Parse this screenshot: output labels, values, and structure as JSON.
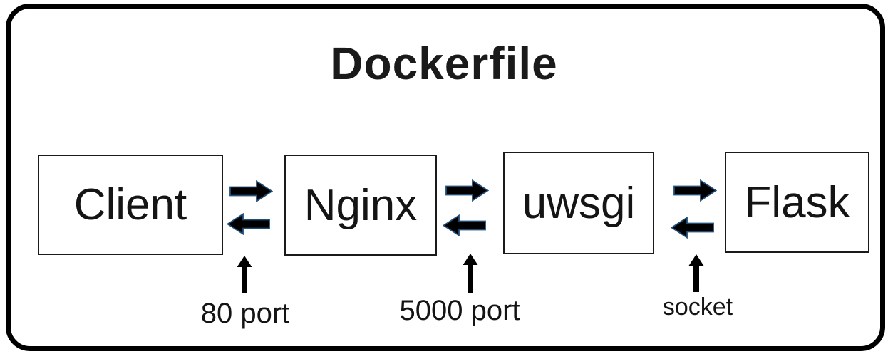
{
  "diagram": {
    "title": "Dockerfile",
    "nodes": [
      {
        "id": "client",
        "label": "Client"
      },
      {
        "id": "nginx",
        "label": "Nginx"
      },
      {
        "id": "uwsgi",
        "label": "uwsgi"
      },
      {
        "id": "flask",
        "label": "Flask"
      }
    ],
    "connections": [
      {
        "from": "Client",
        "to": "Nginx",
        "label": "80 port",
        "style": "bidirectional"
      },
      {
        "from": "Nginx",
        "to": "uwsgi",
        "label": "5000 port",
        "style": "bidirectional"
      },
      {
        "from": "uwsgi",
        "to": "Flask",
        "label": "socket",
        "style": "bidirectional"
      }
    ],
    "icons": {
      "right_arrow": "arrow-right-icon",
      "left_arrow": "arrow-left-icon",
      "up_arrow": "arrow-up-icon"
    },
    "colors": {
      "background": "#ffffff",
      "frame_border": "#000000",
      "box_border": "#000000",
      "text": "#141414",
      "arrow_fill": "#000000",
      "arrow_outline": "#1f4e79"
    }
  }
}
